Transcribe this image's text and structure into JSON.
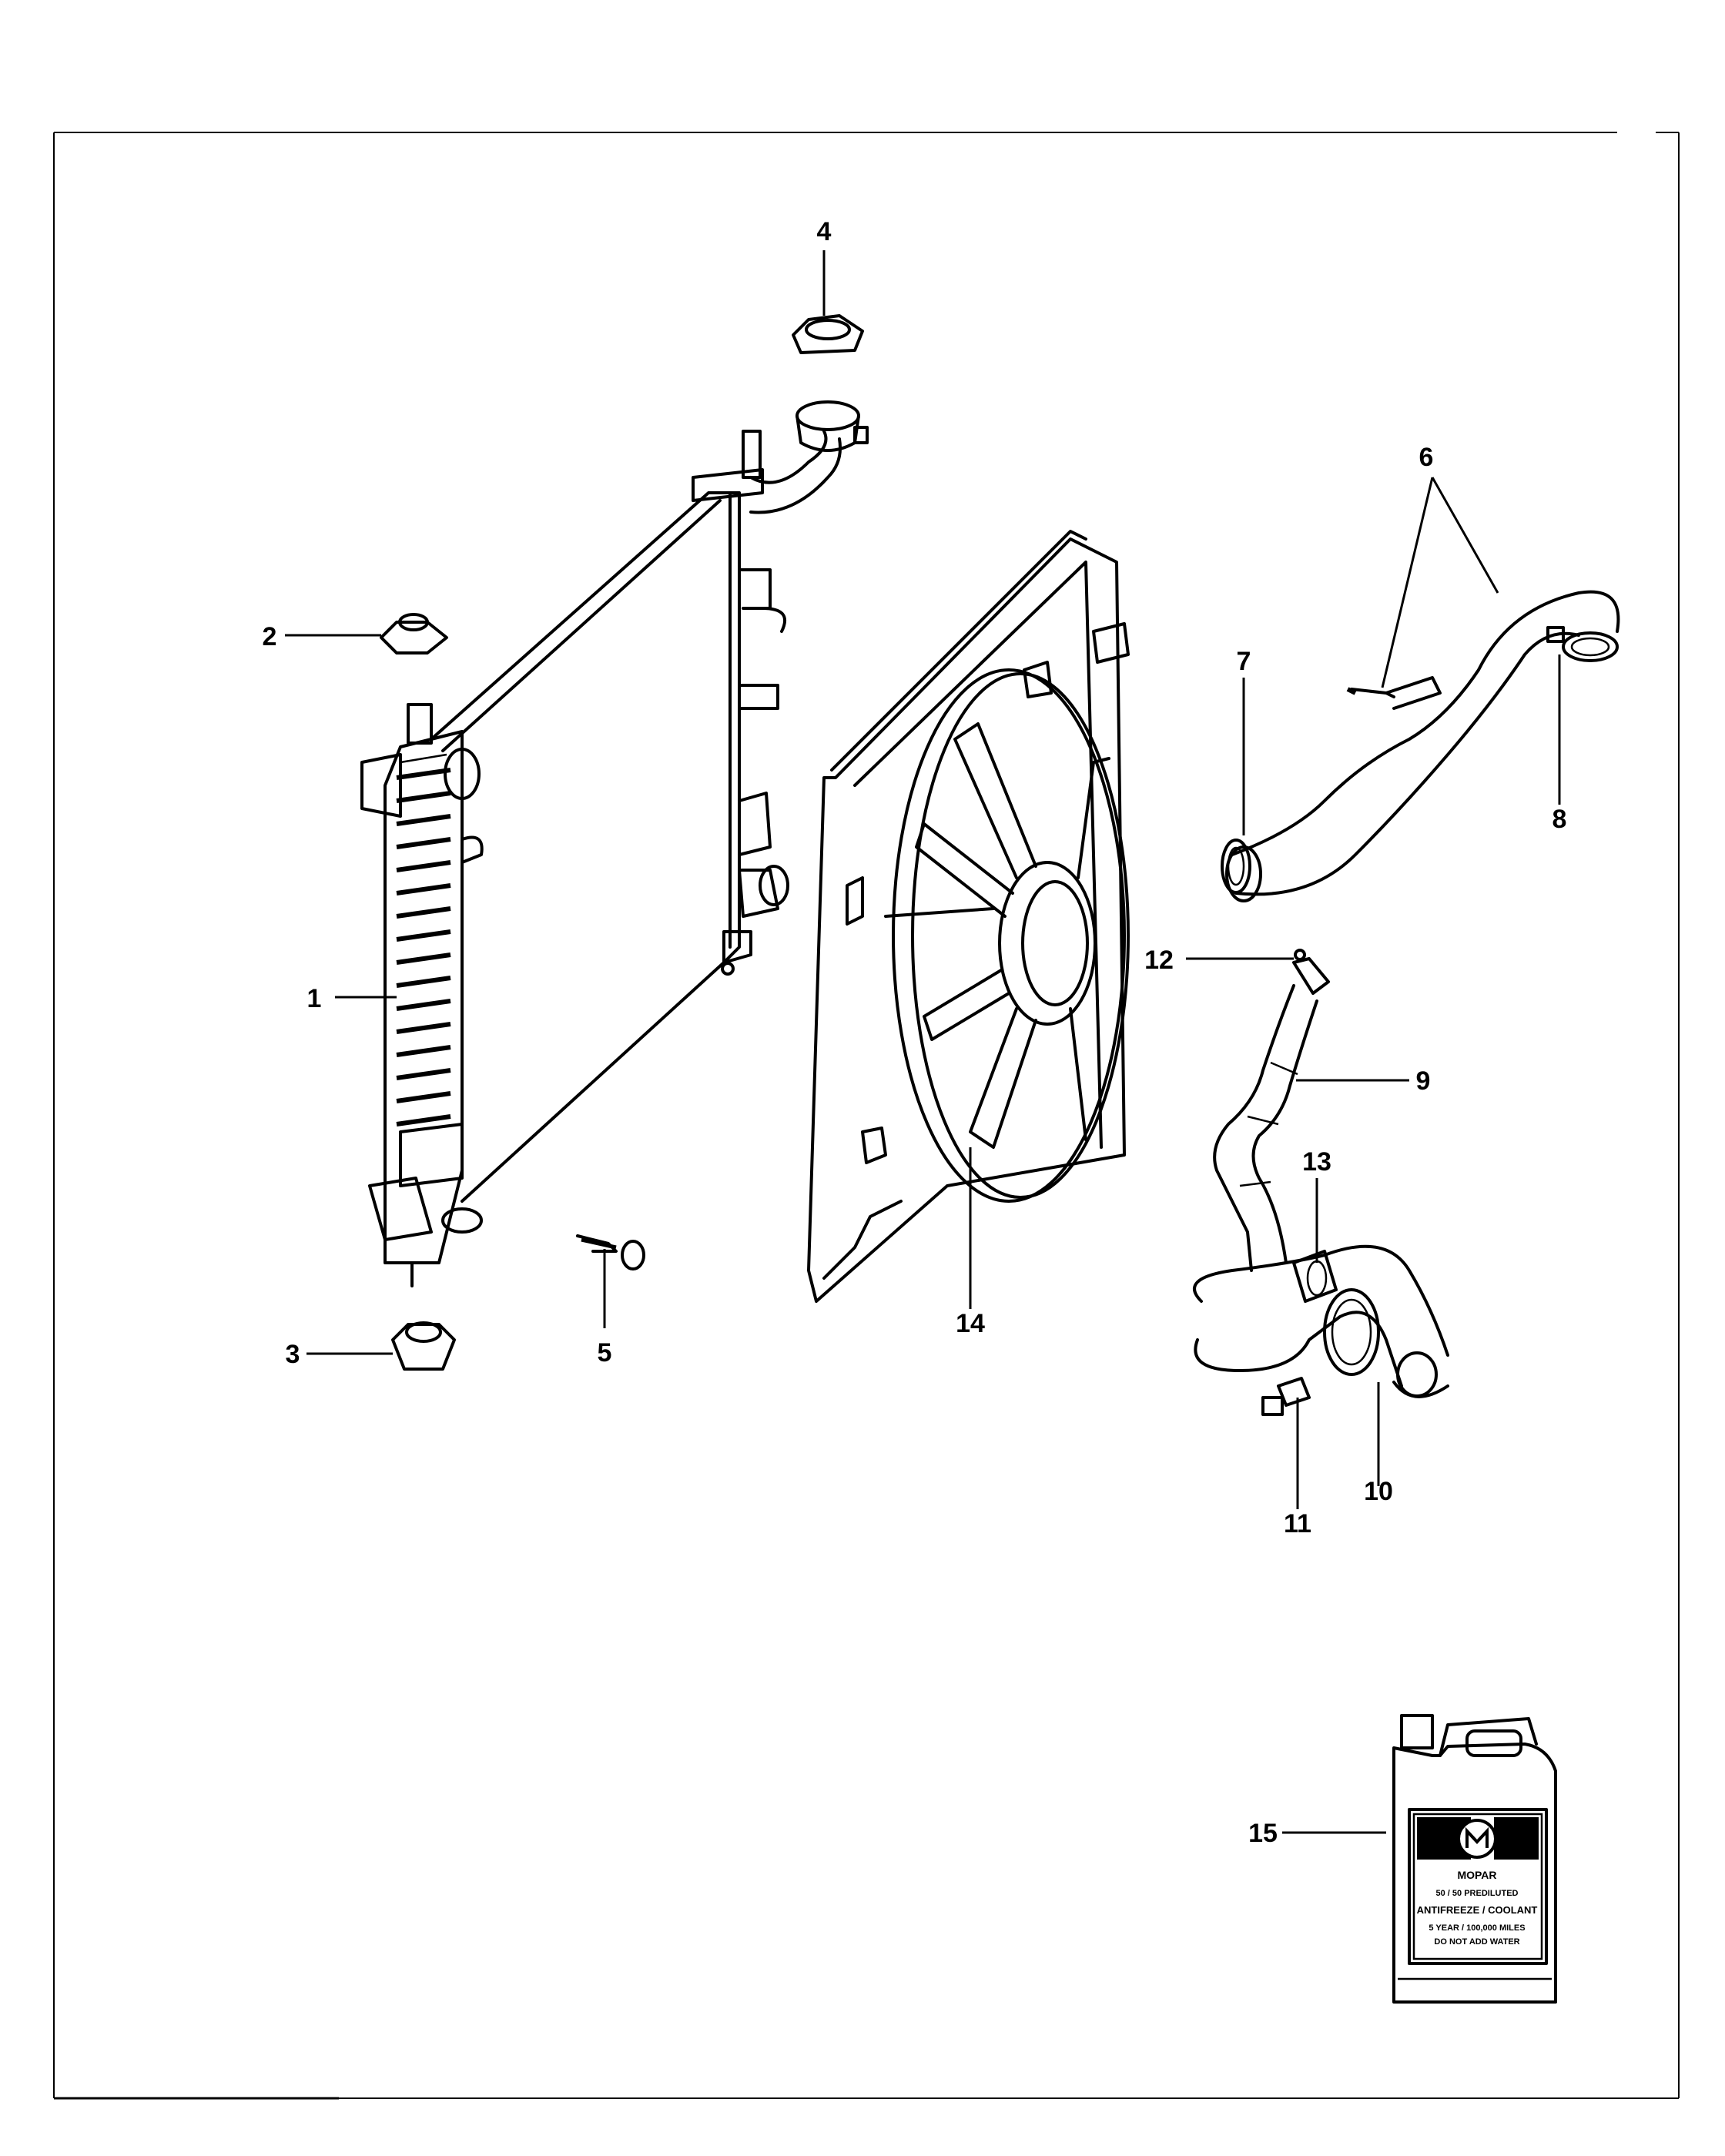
{
  "callouts": [
    "1",
    "2",
    "3",
    "4",
    "5",
    "6",
    "7",
    "8",
    "9",
    "10",
    "11",
    "12",
    "13",
    "14",
    "15"
  ],
  "jug_label": {
    "brand": "MOPAR",
    "line1": "50 / 50 PREDILUTED",
    "line2": "ANTIFREEZE / COOLANT",
    "line3": "5 YEAR / 100,000 MILES",
    "line4": "DO NOT ADD WATER"
  }
}
